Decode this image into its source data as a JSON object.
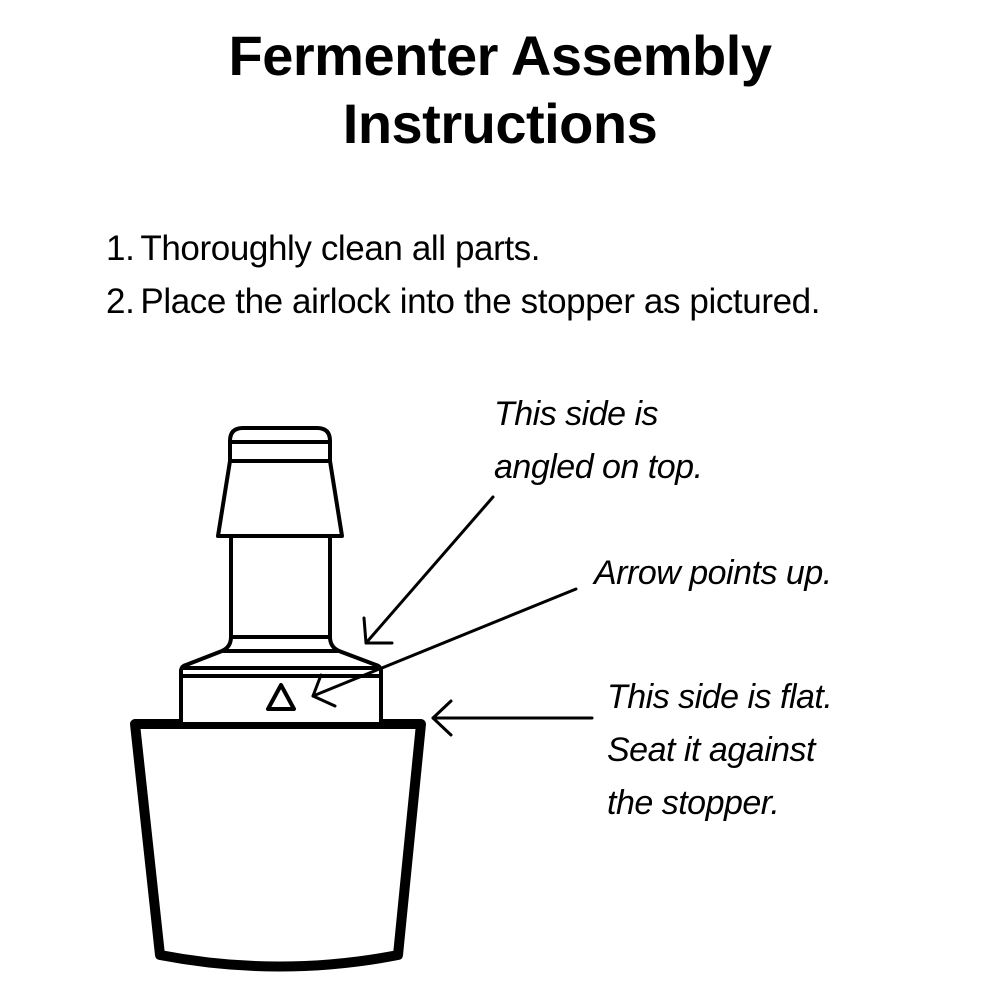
{
  "header": {
    "title_line1": "Fermenter Assembly",
    "title_line2": "Instructions"
  },
  "steps": [
    {
      "number": "1.",
      "text": "Thoroughly clean all parts."
    },
    {
      "number": "2.",
      "text": "Place the airlock into the stopper as pictured."
    }
  ],
  "diagram": {
    "parts": [
      "airlock",
      "stopper"
    ],
    "stroke_color": "#000000",
    "background_color": "#ffffff",
    "callouts": [
      {
        "id": "angled-top",
        "lines": [
          "This side is",
          "angled on top."
        ],
        "points_to": "airlock-flare"
      },
      {
        "id": "arrow-up",
        "lines": [
          "Arrow points up."
        ],
        "points_to": "airlock-base-triangle"
      },
      {
        "id": "flat-side",
        "lines": [
          "This side is flat.",
          "Seat it against",
          "the stopper."
        ],
        "points_to": "airlock-base-bottom"
      }
    ]
  }
}
